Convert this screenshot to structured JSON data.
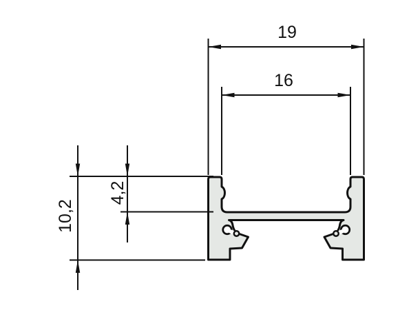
{
  "drawing": {
    "type": "technical-cross-section",
    "subject": "aluminium profile cross-section with dimensions",
    "background_color": "#ffffff",
    "line_color": "#111111",
    "profile_fill": "#e5e8e5",
    "dimensions": {
      "outer_width": "19",
      "inner_width": "16",
      "total_height": "10,2",
      "upper_height": "4,2"
    }
  }
}
